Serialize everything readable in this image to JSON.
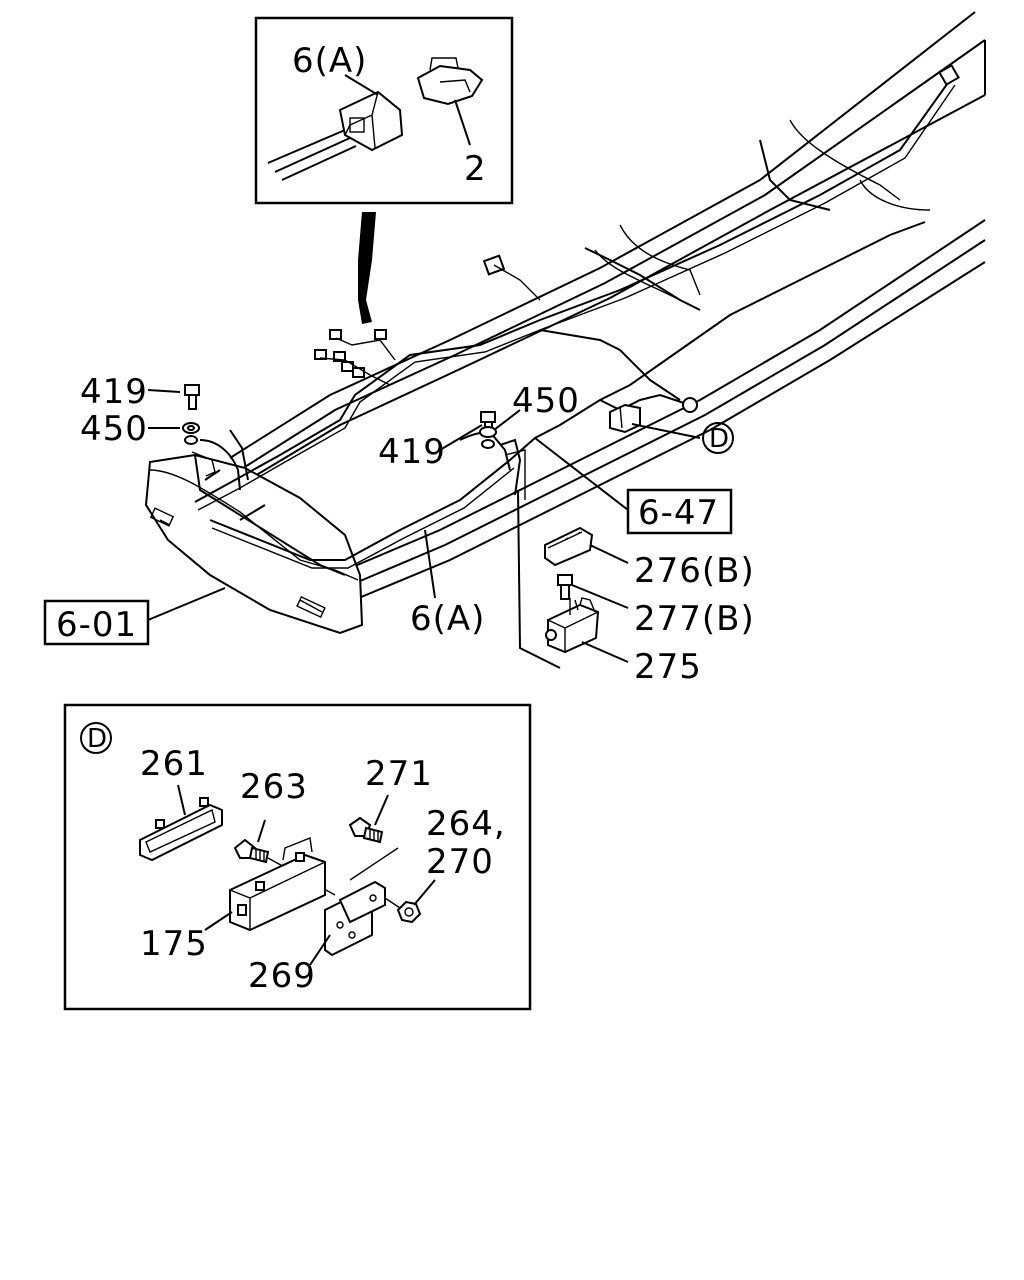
{
  "labels": {
    "inset_top_6a": "6(A)",
    "inset_top_2": "2",
    "l419_left": "419",
    "l450_left": "450",
    "l450_mid": "450",
    "l419_mid": "419",
    "ref_6_47": "6-47",
    "ref_6_01": "6-01",
    "l6a_mid": "6(A)",
    "l276b": "276(B)",
    "l277b": "277(B)",
    "l275": "275",
    "callout_d": "D",
    "detail_d": "D",
    "l261": "261",
    "l263": "263",
    "l271": "271",
    "l264": "264,",
    "l270": "270",
    "l175": "175",
    "l269": "269"
  }
}
